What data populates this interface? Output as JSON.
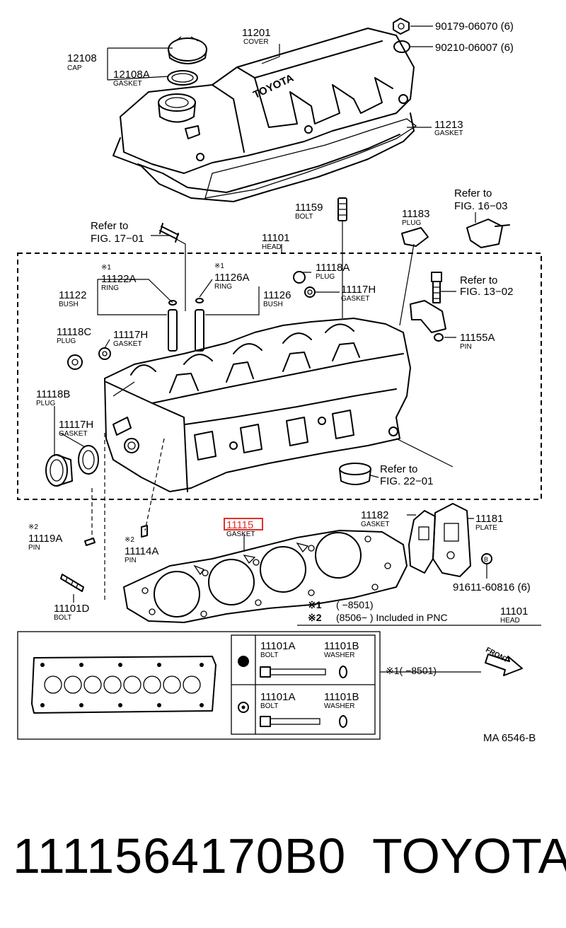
{
  "parts": [
    {
      "id": "p11201",
      "number": "11201",
      "name": "COVER"
    },
    {
      "id": "p12108",
      "number": "12108",
      "name": "CAP"
    },
    {
      "id": "p12108a",
      "number": "12108A",
      "name": "GASKET"
    },
    {
      "id": "p90179",
      "number": "90179-06070 (6)",
      "name": ""
    },
    {
      "id": "p90210",
      "number": "90210-06007 (6)",
      "name": ""
    },
    {
      "id": "p11213",
      "number": "11213",
      "name": "GASKET"
    },
    {
      "id": "p11159",
      "number": "11159",
      "name": "BOLT"
    },
    {
      "id": "p11183",
      "number": "11183",
      "name": "PLUG"
    },
    {
      "id": "p11101",
      "number": "11101",
      "name": "HEAD"
    },
    {
      "id": "p11118a",
      "number": "11118A",
      "name": "PLUG"
    },
    {
      "id": "p11117h_top",
      "number": "11117H",
      "name": "GASKET"
    },
    {
      "id": "p11122a",
      "number": "11122A",
      "name": "RING",
      "mark": "※1"
    },
    {
      "id": "p11122",
      "number": "11122",
      "name": "BUSH"
    },
    {
      "id": "p11126a",
      "number": "11126A",
      "name": "RING",
      "mark": "※1"
    },
    {
      "id": "p11126",
      "number": "11126",
      "name": "BUSH"
    },
    {
      "id": "p11118c",
      "number": "11118C",
      "name": "PLUG"
    },
    {
      "id": "p11117h_left",
      "number": "11117H",
      "name": "GASKET"
    },
    {
      "id": "p11155a",
      "number": "11155A",
      "name": "PIN"
    },
    {
      "id": "p11118b",
      "number": "11118B",
      "name": "PLUG"
    },
    {
      "id": "p11117h_low",
      "number": "11117H",
      "name": "GASKET"
    },
    {
      "id": "p11119a",
      "number": "11119A",
      "name": "PIN",
      "mark": "※2"
    },
    {
      "id": "p11114a",
      "number": "11114A",
      "name": "PIN",
      "mark": "※2"
    },
    {
      "id": "p11115",
      "number": "11115",
      "name": "GASKET",
      "highlight": true
    },
    {
      "id": "p11182",
      "number": "11182",
      "name": "GASKET"
    },
    {
      "id": "p11181",
      "number": "11181",
      "name": "PLATE"
    },
    {
      "id": "p91611",
      "number": "91611-60816 (6)",
      "name": ""
    },
    {
      "id": "p11101d",
      "number": "11101D",
      "name": "BOLT"
    }
  ],
  "refs": [
    {
      "id": "r1603",
      "line1": "Refer to",
      "line2": "FIG. 16−03"
    },
    {
      "id": "r1701",
      "line1": "Refer to",
      "line2": "FIG. 17−01"
    },
    {
      "id": "r1302",
      "line1": "Refer to",
      "line2": "FIG. 13−02"
    },
    {
      "id": "r2201",
      "line1": "Refer to",
      "line2": "FIG. 22−01"
    }
  ],
  "notes": {
    "n1_mark": "※1",
    "n1_text": "(      −8501)",
    "n2_mark": "※2",
    "n2_text": "(8506−       ) Included in PNC",
    "pnc_number": "11101",
    "pnc_name": "HEAD"
  },
  "inset": {
    "row1_bolt_number": "11101A",
    "row1_bolt_name": "BOLT",
    "row1_washer_number": "11101B",
    "row1_washer_name": "WASHER",
    "row2_bolt_number": "11101A",
    "row2_bolt_name": "BOLT",
    "row2_washer_number": "11101B",
    "row2_washer_name": "WASHER",
    "range_note": "※1(      −8501)",
    "front_label": "FRONT"
  },
  "cover_text": "TOYOTA",
  "drawing_code": "MA 6546-B",
  "footer": {
    "part_code": "1111564170B0",
    "brand": "TOYOTA"
  }
}
